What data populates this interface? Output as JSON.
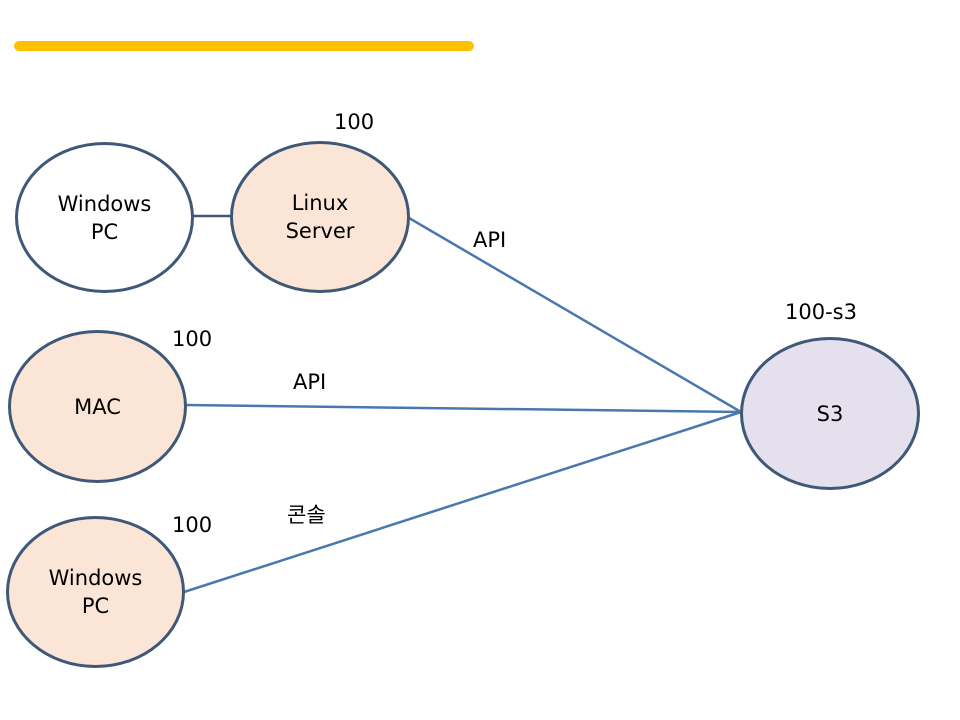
{
  "colors": {
    "accent_bar": "#ffc000",
    "node_border": "#3f5878",
    "edge_line": "#4a78ad",
    "client_fill": "#fbe5d6",
    "plain_fill": "#ffffff",
    "storage_fill": "#e4e0ee"
  },
  "nodes": {
    "windows_pc_top": {
      "line1": "Windows",
      "line2": "PC"
    },
    "linux_server": {
      "line1": "Linux",
      "line2": "Server"
    },
    "mac": {
      "line1": "MAC"
    },
    "windows_pc_bottom": {
      "line1": "Windows",
      "line2": "PC"
    },
    "s3": {
      "line1": "S3"
    }
  },
  "labels": {
    "linux_server_tag": "100",
    "mac_tag": "100",
    "windows_pc_bottom_tag": "100",
    "s3_tag": "100-s3"
  },
  "edges": {
    "linux_to_s3": "API",
    "mac_to_s3": "API",
    "windows_to_s3": "콘솔"
  }
}
